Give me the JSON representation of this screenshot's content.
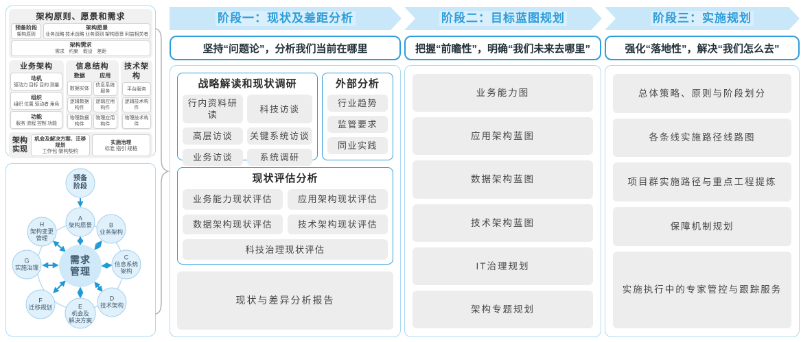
{
  "colors": {
    "accent_blue": "#2e9ddb",
    "banner_bg": "#c8e7f8",
    "banner_highlight": "#daeffc",
    "light_blue_border": "#add9f1",
    "gray_box": "#ededed",
    "panel_section_gray": "#f1f1f1",
    "adm_node_fill": "#e0f1fc",
    "adm_node_stroke": "#a3cfec",
    "adm_center_fill": "#cfe9f9",
    "arrow_blue": "#1f9ad7",
    "brace_gray": "#b5b5b5",
    "text_dark": "#3c3c3c"
  },
  "left_top": {
    "title": "架构原则、愿景和需求",
    "prelim": {
      "title": "预备阶段",
      "sub": "架构原则"
    },
    "vision": {
      "title": "架构愿景",
      "sub": "业务战略 技术战略 业务原则 架构愿景 利益相关者"
    },
    "requirements": {
      "title": "架构需求",
      "sub": "需求　约束　假设　差距"
    },
    "business": {
      "title": "业务架构",
      "items": [
        {
          "title": "动机",
          "sub": "驱动力 目标 目的 测量"
        },
        {
          "title": "组织",
          "sub": "组织 位置 驱动者 角色"
        },
        {
          "title": "功能",
          "sub": "服务 流程 控制 功能"
        }
      ]
    },
    "information": {
      "title": "信息结构",
      "data_col": {
        "title": "数据",
        "items": [
          "数据实体",
          "逻辑数据构件",
          "物理数据构件"
        ]
      },
      "app_col": {
        "title": "应用",
        "items": [
          "信息系统服务",
          "逻辑应用构件",
          "物理应用构件"
        ]
      }
    },
    "technology": {
      "title": "技术架构",
      "items": [
        "平台服务",
        "逻辑技术构件",
        "物理技术构件"
      ]
    },
    "realization": {
      "title": "架构实现",
      "opportunity": {
        "title": "机会及解决方案、迁移规划",
        "sub": "工作包 架构契约"
      },
      "governance": {
        "title": "实施治理",
        "sub": "标准 指引 规格"
      }
    }
  },
  "adm": {
    "prelim": {
      "lines": [
        "预备",
        "阶段"
      ]
    },
    "center": {
      "lines": [
        "需求",
        "管理"
      ]
    },
    "nodes": [
      {
        "letter": "A",
        "lines": [
          "架构愿景",
          ""
        ]
      },
      {
        "letter": "B",
        "lines": [
          "业务架构",
          ""
        ]
      },
      {
        "letter": "C",
        "lines": [
          "信息系统",
          "架构"
        ]
      },
      {
        "letter": "D",
        "lines": [
          "技术架构",
          ""
        ]
      },
      {
        "letter": "E",
        "lines": [
          "机会及",
          "解决方案"
        ]
      },
      {
        "letter": "F",
        "lines": [
          "迁移规划",
          ""
        ]
      },
      {
        "letter": "G",
        "lines": [
          "实施治理",
          ""
        ]
      },
      {
        "letter": "H",
        "lines": [
          "架构变更",
          "管理"
        ]
      }
    ]
  },
  "phases": [
    {
      "banner": "阶段一：现状及差距分析",
      "subtitle": "坚持“问题论”，分析我们当前在哪里"
    },
    {
      "banner": "阶段二：目标蓝图规划",
      "subtitle": "把握“前瞻性”，明确“我们未来去哪里”"
    },
    {
      "banner": "阶段三：实施规划",
      "subtitle": "强化“落地性”，解决“我们怎么去”"
    }
  ],
  "phase1": {
    "strategy_box": {
      "title": "战略解读和现状调研",
      "items": [
        "行内资料研读",
        "科技访谈",
        "高层访谈",
        "关键系统访谈",
        "业务访谈",
        "系统调研"
      ]
    },
    "external_box": {
      "title": "外部分析",
      "items": [
        "行业趋势",
        "监管要求",
        "同业实践"
      ]
    },
    "assessment_box": {
      "title": "现状评估分析",
      "items": [
        "业务能力现状评估",
        "应用架构现状评估",
        "数据架构现状评估",
        "技术架构现状评估",
        "科技治理现状评估"
      ]
    },
    "report": "现状与差异分析报告"
  },
  "phase2_items": [
    "业务能力图",
    "应用架构蓝图",
    "数据架构蓝图",
    "技术架构蓝图",
    "IT治理规划",
    "架构专题规划"
  ],
  "phase3_items": [
    "总体策略、原则与阶段划分",
    "各条线实施路径线路图",
    "项目群实施路径与重点工程提炼",
    "保障机制规划",
    "实施执行中的专家管控与跟踪服务"
  ]
}
